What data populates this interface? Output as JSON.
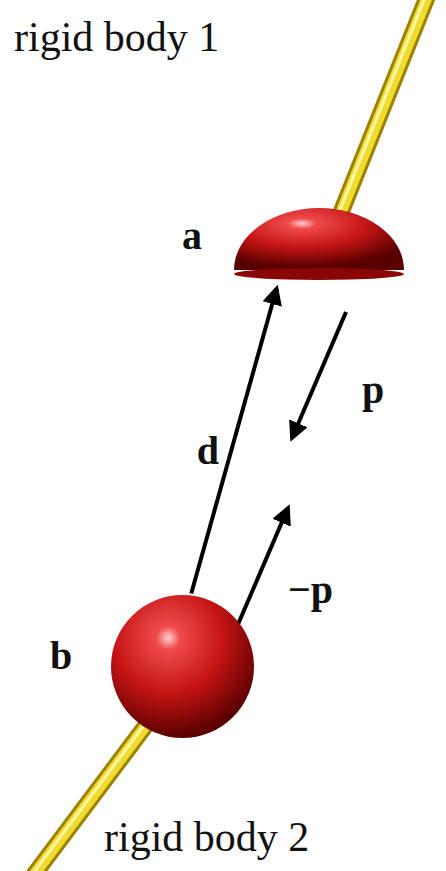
{
  "diagram": {
    "nodes": [
      {
        "text": [
          "a"
        ]
      },
      {
        "text": [
          "b"
        ]
      }
    ],
    "edges": [
      {
        "from": 1,
        "to": 0,
        "arrow": "to",
        "label": "d"
      }
    ],
    "labels": [
      "rigid body 1",
      "p",
      "−p",
      "rigid body 2"
    ]
  }
}
